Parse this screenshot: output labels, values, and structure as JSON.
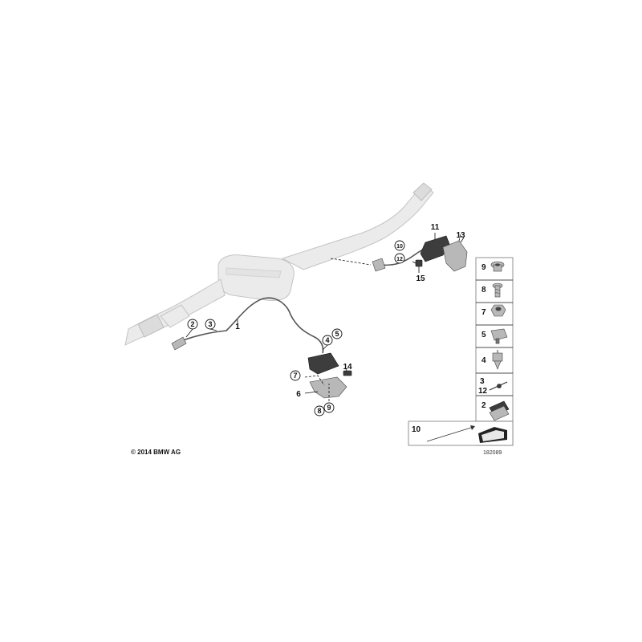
{
  "diagram": {
    "callouts": {
      "c1": "1",
      "c2": "2",
      "c3": "3",
      "c4": "4",
      "c5": "5",
      "c6": "6",
      "c7": "7",
      "c8": "8",
      "c9": "9",
      "c10": "10",
      "c11": "11",
      "c12": "12",
      "c13": "13",
      "c14": "14",
      "c15": "15"
    },
    "legend": [
      {
        "num": "9"
      },
      {
        "num": "8"
      },
      {
        "num": "7"
      },
      {
        "num": "5"
      },
      {
        "num": "4"
      },
      {
        "num": "3"
      },
      {
        "num": "12"
      },
      {
        "num": "2"
      },
      {
        "num": "10"
      }
    ],
    "copyright": "© 2014 BMW AG",
    "document_number": "182089"
  }
}
